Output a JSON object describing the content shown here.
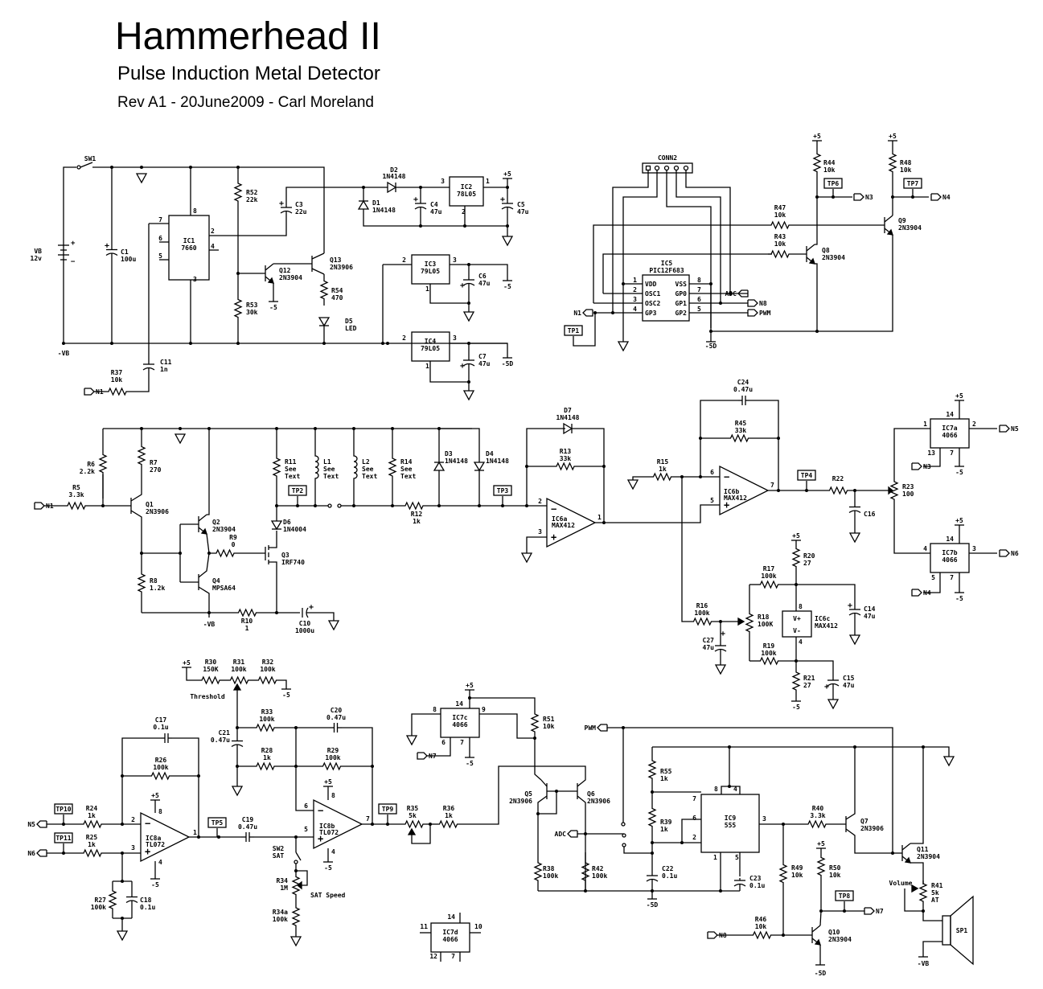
{
  "header": {
    "title": "Hammerhead II",
    "subtitle": "Pulse Induction Metal Detector",
    "revision": "Rev A1 - 20June2009 - Carl Moreland"
  },
  "power_supply": {
    "battery": {
      "ref": "VB",
      "value": "12v"
    },
    "switch": {
      "ref": "SW1"
    },
    "ic1": {
      "ref": "IC1",
      "part": "7660",
      "pins": [
        "8",
        "7",
        "6",
        "5",
        "2",
        "4",
        "3"
      ]
    },
    "ic2": {
      "ref": "IC2",
      "part": "78L05",
      "pins": [
        "3",
        "1",
        "2"
      ]
    },
    "ic3": {
      "ref": "IC3",
      "part": "79L05",
      "pins": [
        "2",
        "3",
        "1"
      ]
    },
    "ic4": {
      "ref": "IC4",
      "part": "79L05",
      "pins": [
        "2",
        "3",
        "1"
      ]
    },
    "components": [
      {
        "ref": "C1",
        "value": "100u"
      },
      {
        "ref": "R52",
        "value": "22k"
      },
      {
        "ref": "R53",
        "value": "30k"
      },
      {
        "ref": "C3",
        "value": "22u"
      },
      {
        "ref": "Q12",
        "value": "2N3904"
      },
      {
        "ref": "Q13",
        "value": "2N3906"
      },
      {
        "ref": "R54",
        "value": "470"
      },
      {
        "ref": "D5",
        "value": "LED"
      },
      {
        "ref": "D2",
        "value": "1N4148"
      },
      {
        "ref": "D1",
        "value": "1N4148"
      },
      {
        "ref": "C4",
        "value": "47u"
      },
      {
        "ref": "C5",
        "value": "47u"
      },
      {
        "ref": "C6",
        "value": "47u"
      },
      {
        "ref": "C7",
        "value": "47u"
      },
      {
        "ref": "C11",
        "value": "1n"
      },
      {
        "ref": "R37",
        "value": "10k"
      }
    ],
    "rails": [
      "+5",
      "-5",
      "-5D",
      "-VB"
    ]
  },
  "microcontroller": {
    "connector": "CONN2",
    "ic5": {
      "ref": "IC5",
      "part": "PIC12F683"
    },
    "pins_left": [
      {
        "num": "1",
        "name": "VDD"
      },
      {
        "num": "2",
        "name": "OSC1"
      },
      {
        "num": "3",
        "name": "OSC2"
      },
      {
        "num": "4",
        "name": "GP3"
      }
    ],
    "pins_right": [
      {
        "num": "8",
        "name": "VSS"
      },
      {
        "num": "7",
        "name": "GP0"
      },
      {
        "num": "6",
        "name": "GP1"
      },
      {
        "num": "5",
        "name": "GP2"
      }
    ],
    "nets": [
      "ADC",
      "N8",
      "PWM",
      "N1",
      "N3",
      "N4"
    ],
    "testpoints": [
      "TP1",
      "TP6",
      "TP7"
    ],
    "components": [
      {
        "ref": "R44",
        "value": "10k"
      },
      {
        "ref": "R48",
        "value": "10k"
      },
      {
        "ref": "R47",
        "value": "10k"
      },
      {
        "ref": "R43",
        "value": "10k"
      },
      {
        "ref": "Q8",
        "value": "2N3904"
      },
      {
        "ref": "Q9",
        "value": "2N3904"
      }
    ]
  },
  "transmitter": {
    "components": [
      {
        "ref": "R5",
        "value": "3.3k"
      },
      {
        "ref": "R6",
        "value": "2.2k"
      },
      {
        "ref": "R7",
        "value": "270"
      },
      {
        "ref": "Q1",
        "value": "2N3906"
      },
      {
        "ref": "Q2",
        "value": "2N3904"
      },
      {
        "ref": "Q4",
        "value": "MPSA64"
      },
      {
        "ref": "R8",
        "value": "1.2k"
      },
      {
        "ref": "R9",
        "value": "0"
      },
      {
        "ref": "Q3",
        "value": "IRF740"
      },
      {
        "ref": "D6",
        "value": "1N4004"
      },
      {
        "ref": "R10",
        "value": "1"
      },
      {
        "ref": "C10",
        "value": "1000u"
      },
      {
        "ref": "R11",
        "value": "See Text"
      },
      {
        "ref": "L1",
        "value": "See Text"
      },
      {
        "ref": "L2",
        "value": "See Text"
      },
      {
        "ref": "R14",
        "value": "See Text"
      },
      {
        "ref": "R12",
        "value": "1k"
      },
      {
        "ref": "D3",
        "value": "1N4148"
      },
      {
        "ref": "D4",
        "value": "1N4148"
      }
    ],
    "testpoints": [
      "TP2",
      "TP3"
    ]
  },
  "preamp": {
    "ic6a": {
      "ref": "IC6a",
      "part": "MAX412",
      "pins": [
        "2",
        "3",
        "1"
      ]
    },
    "ic6b": {
      "ref": "IC6b",
      "part": "MAX412",
      "pins": [
        "6",
        "5",
        "7"
      ]
    },
    "ic6c": {
      "ref": "IC6c",
      "part": "MAX412",
      "pins": [
        "8",
        "4"
      ],
      "labels": [
        "V+",
        "V-"
      ]
    },
    "ic7a": {
      "ref": "IC7a",
      "part": "4066",
      "pins": [
        "1",
        "2",
        "13",
        "7",
        "14"
      ]
    },
    "ic7b": {
      "ref": "IC7b",
      "part": "4066",
      "pins": [
        "4",
        "3",
        "5",
        "7",
        "14"
      ]
    },
    "components": [
      {
        "ref": "D7",
        "value": "1N4148"
      },
      {
        "ref": "R13",
        "value": "33k"
      },
      {
        "ref": "R15",
        "value": "1k"
      },
      {
        "ref": "C24",
        "value": "0.47u"
      },
      {
        "ref": "R45",
        "value": "33k"
      },
      {
        "ref": "R22",
        "value": ""
      },
      {
        "ref": "C16",
        "value": ""
      },
      {
        "ref": "R23",
        "value": "100"
      },
      {
        "ref": "R16",
        "value": "100k"
      },
      {
        "ref": "C27",
        "value": "47u"
      },
      {
        "ref": "R17",
        "value": "100k"
      },
      {
        "ref": "R18",
        "value": "100K"
      },
      {
        "ref": "R19",
        "value": "100k"
      },
      {
        "ref": "R20",
        "value": "27"
      },
      {
        "ref": "R21",
        "value": "27"
      },
      {
        "ref": "C14",
        "value": "47u"
      },
      {
        "ref": "C15",
        "value": "47u"
      }
    ],
    "testpoints": [
      "TP4"
    ]
  },
  "integrator": {
    "ic8a": {
      "ref": "IC8a",
      "part": "TL072",
      "pins": [
        "2",
        "3",
        "1",
        "8",
        "4"
      ]
    },
    "ic8b": {
      "ref": "IC8b",
      "part": "TL072",
      "pins": [
        "6",
        "5",
        "7",
        "8",
        "4"
      ]
    },
    "threshold_label": "Threshold",
    "sat_label": "SAT Speed",
    "components": [
      {
        "ref": "R30",
        "value": "150K"
      },
      {
        "ref": "R31",
        "value": "100k"
      },
      {
        "ref": "R32",
        "value": "100k"
      },
      {
        "ref": "C17",
        "value": "0.1u"
      },
      {
        "ref": "R26",
        "value": "100k"
      },
      {
        "ref": "R24",
        "value": "1k"
      },
      {
        "ref": "R25",
        "value": "1k"
      },
      {
        "ref": "R27",
        "value": "100k"
      },
      {
        "ref": "C18",
        "value": "0.1u"
      },
      {
        "ref": "C19",
        "value": "0.47u"
      },
      {
        "ref": "C21",
        "value": "0.47u"
      },
      {
        "ref": "R33",
        "value": "100k"
      },
      {
        "ref": "C20",
        "value": "0.47u"
      },
      {
        "ref": "R28",
        "value": "1k"
      },
      {
        "ref": "R29",
        "value": "100k"
      },
      {
        "ref": "SW2",
        "value": "SAT"
      },
      {
        "ref": "R34",
        "value": "1M"
      },
      {
        "ref": "R34a",
        "value": "100k"
      }
    ],
    "testpoints": [
      "TP10",
      "TP11",
      "TP5",
      "TP9"
    ]
  },
  "audio": {
    "ic7c": {
      "ref": "IC7c",
      "part": "4066",
      "pins": [
        "14",
        "8",
        "9",
        "6",
        "7"
      ]
    },
    "ic7d": {
      "ref": "IC7d",
      "part": "4066",
      "pins": [
        "14",
        "11",
        "10",
        "12",
        "7"
      ]
    },
    "ic9": {
      "ref": "IC9",
      "part": "555",
      "pins": [
        "8",
        "4",
        "7",
        "6",
        "2",
        "1",
        "5",
        "3"
      ]
    },
    "volume_label": "Volume",
    "components": [
      {
        "ref": "R51",
        "value": "10k"
      },
      {
        "ref": "R35",
        "value": "5k"
      },
      {
        "ref": "R36",
        "value": "1k"
      },
      {
        "ref": "Q5",
        "value": "2N3906"
      },
      {
        "ref": "Q6",
        "value": "2N3906"
      },
      {
        "ref": "R38",
        "value": "100k"
      },
      {
        "ref": "R42",
        "value": "100k"
      },
      {
        "ref": "R55",
        "value": "1k"
      },
      {
        "ref": "R39",
        "value": "1k"
      },
      {
        "ref": "C22",
        "value": "0.1u"
      },
      {
        "ref": "C23",
        "value": "0.1u"
      },
      {
        "ref": "R40",
        "value": "3.3k"
      },
      {
        "ref": "Q7",
        "value": "2N3906"
      },
      {
        "ref": "Q11",
        "value": "2N3904"
      },
      {
        "ref": "R41",
        "value": "5k AT"
      },
      {
        "ref": "SP1",
        "value": ""
      },
      {
        "ref": "R49",
        "value": "10k"
      },
      {
        "ref": "R50",
        "value": "10k"
      },
      {
        "ref": "R46",
        "value": "10k"
      },
      {
        "ref": "Q10",
        "value": "2N3904"
      }
    ],
    "testpoints": [
      "TP8"
    ]
  }
}
